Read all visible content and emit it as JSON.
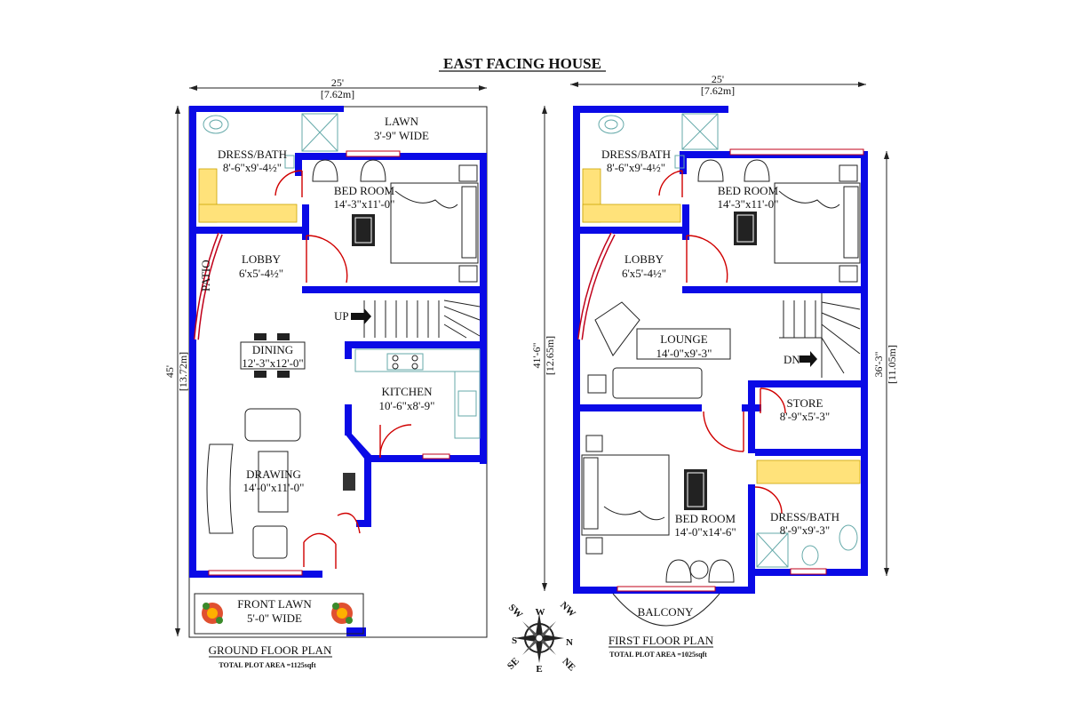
{
  "title": "EAST FACING HOUSE",
  "ground_floor": {
    "plan_label": "GROUND FLOOR PLAN",
    "plot_area": "TOTAL PLOT AREA =1125sqft",
    "width_ft": "25'",
    "width_m": "[7.62m]",
    "depth_ft": "45'",
    "depth_m": "[13.72m]",
    "rooms": {
      "dress_bath": {
        "name": "DRESS/BATH",
        "size": "8'-6\"x9'-4½\""
      },
      "lawn": {
        "name": "LAWN",
        "size": "3'-9\" WIDE"
      },
      "bed_room": {
        "name": "BED ROOM",
        "size": "14'-3\"x11'-0\""
      },
      "lobby": {
        "name": "LOBBY",
        "size": "6'x5'-4½\""
      },
      "patio": {
        "name": "PATIO"
      },
      "up": "UP",
      "dining": {
        "name": "DINING",
        "size": "12'-3\"x12'-0\""
      },
      "kitchen": {
        "name": "KITCHEN",
        "size": "10'-6\"x8'-9\""
      },
      "drawing": {
        "name": "DRAWING",
        "size": "14'-0\"x11'-0\""
      },
      "front_lawn": {
        "name": "FRONT LAWN",
        "size": "5'-0\" WIDE"
      }
    }
  },
  "first_floor": {
    "plan_label": "FIRST FLOOR PLAN",
    "plot_area": "TOTAL PLOT AREA =1025sqft",
    "width_ft": "25'",
    "width_m": "[7.62m]",
    "depth_ft": "41'-6\"",
    "depth_m": "[12.65m]",
    "depth2_ft": "36'-3\"",
    "depth2_m": "[11.05m]",
    "rooms": {
      "dress_bath": {
        "name": "DRESS/BATH",
        "size": "8'-6\"x9'-4½\""
      },
      "bed_room": {
        "name": "BED ROOM",
        "size": "14'-3\"x11'-0\""
      },
      "lobby": {
        "name": "LOBBY",
        "size": "6'x5'-4½\""
      },
      "lounge": {
        "name": "LOUNGE",
        "size": "14'-0\"x9'-3\""
      },
      "dn": "DN",
      "store": {
        "name": "STORE",
        "size": "8'-9\"x5'-3\""
      },
      "bed_room2": {
        "name": "BED ROOM",
        "size": "14'-0\"x14'-6\""
      },
      "dress_bath2": {
        "name": "DRESS/BATH",
        "size": "8'-9\"x9'-3\""
      },
      "balcony": {
        "name": "BALCONY"
      }
    }
  },
  "compass": {
    "n": "N",
    "s": "S",
    "e": "E",
    "w": "W",
    "ne": "NE",
    "nw": "NW",
    "se": "SE",
    "sw": "SW"
  },
  "colors": {
    "wall": "#0a0ae6",
    "door": "#d00000",
    "window": "#c0001a",
    "bath_tile": "#ffe27a",
    "compass_letters": "#b00000"
  }
}
